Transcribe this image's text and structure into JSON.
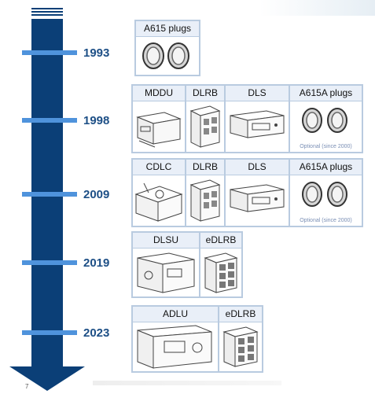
{
  "page_number": "7",
  "timeline": {
    "years": [
      "1993",
      "1998",
      "2009",
      "2019",
      "2023"
    ]
  },
  "groups": [
    {
      "year": "1993",
      "cells": [
        {
          "label": "A615 plugs",
          "icon": "connector-plugs-icon"
        }
      ]
    },
    {
      "year": "1998",
      "cells": [
        {
          "label": "MDDU",
          "icon": "data-unit-icon"
        },
        {
          "label": "DLRB",
          "icon": "receptacle-box-icon"
        },
        {
          "label": "DLS",
          "icon": "loader-box-icon"
        },
        {
          "label": "A615A plugs",
          "icon": "connector-plugs-icon",
          "note": "Optional (since 2000)"
        }
      ]
    },
    {
      "year": "2009",
      "cells": [
        {
          "label": "CDLC",
          "icon": "frame-unit-icon"
        },
        {
          "label": "DLRB",
          "icon": "receptacle-box-icon"
        },
        {
          "label": "DLS",
          "icon": "loader-box-icon"
        },
        {
          "label": "A615A plugs",
          "icon": "connector-plugs-icon",
          "note": "Optional (since 2000)"
        }
      ]
    },
    {
      "year": "2019",
      "cells": [
        {
          "label": "DLSU",
          "icon": "loader-unit-icon"
        },
        {
          "label": "eDLRB",
          "icon": "enhanced-receptacle-box-icon"
        }
      ]
    },
    {
      "year": "2023",
      "cells": [
        {
          "label": "ADLU",
          "icon": "loader-unit-icon"
        },
        {
          "label": "eDLRB",
          "icon": "enhanced-receptacle-box-icon"
        }
      ]
    }
  ],
  "colors": {
    "arrow": "#0b3f77",
    "tick": "#4f93dc",
    "header_bg": "#e9eff8",
    "border": "#b9cbe0",
    "year_text": "#1d4f86"
  }
}
